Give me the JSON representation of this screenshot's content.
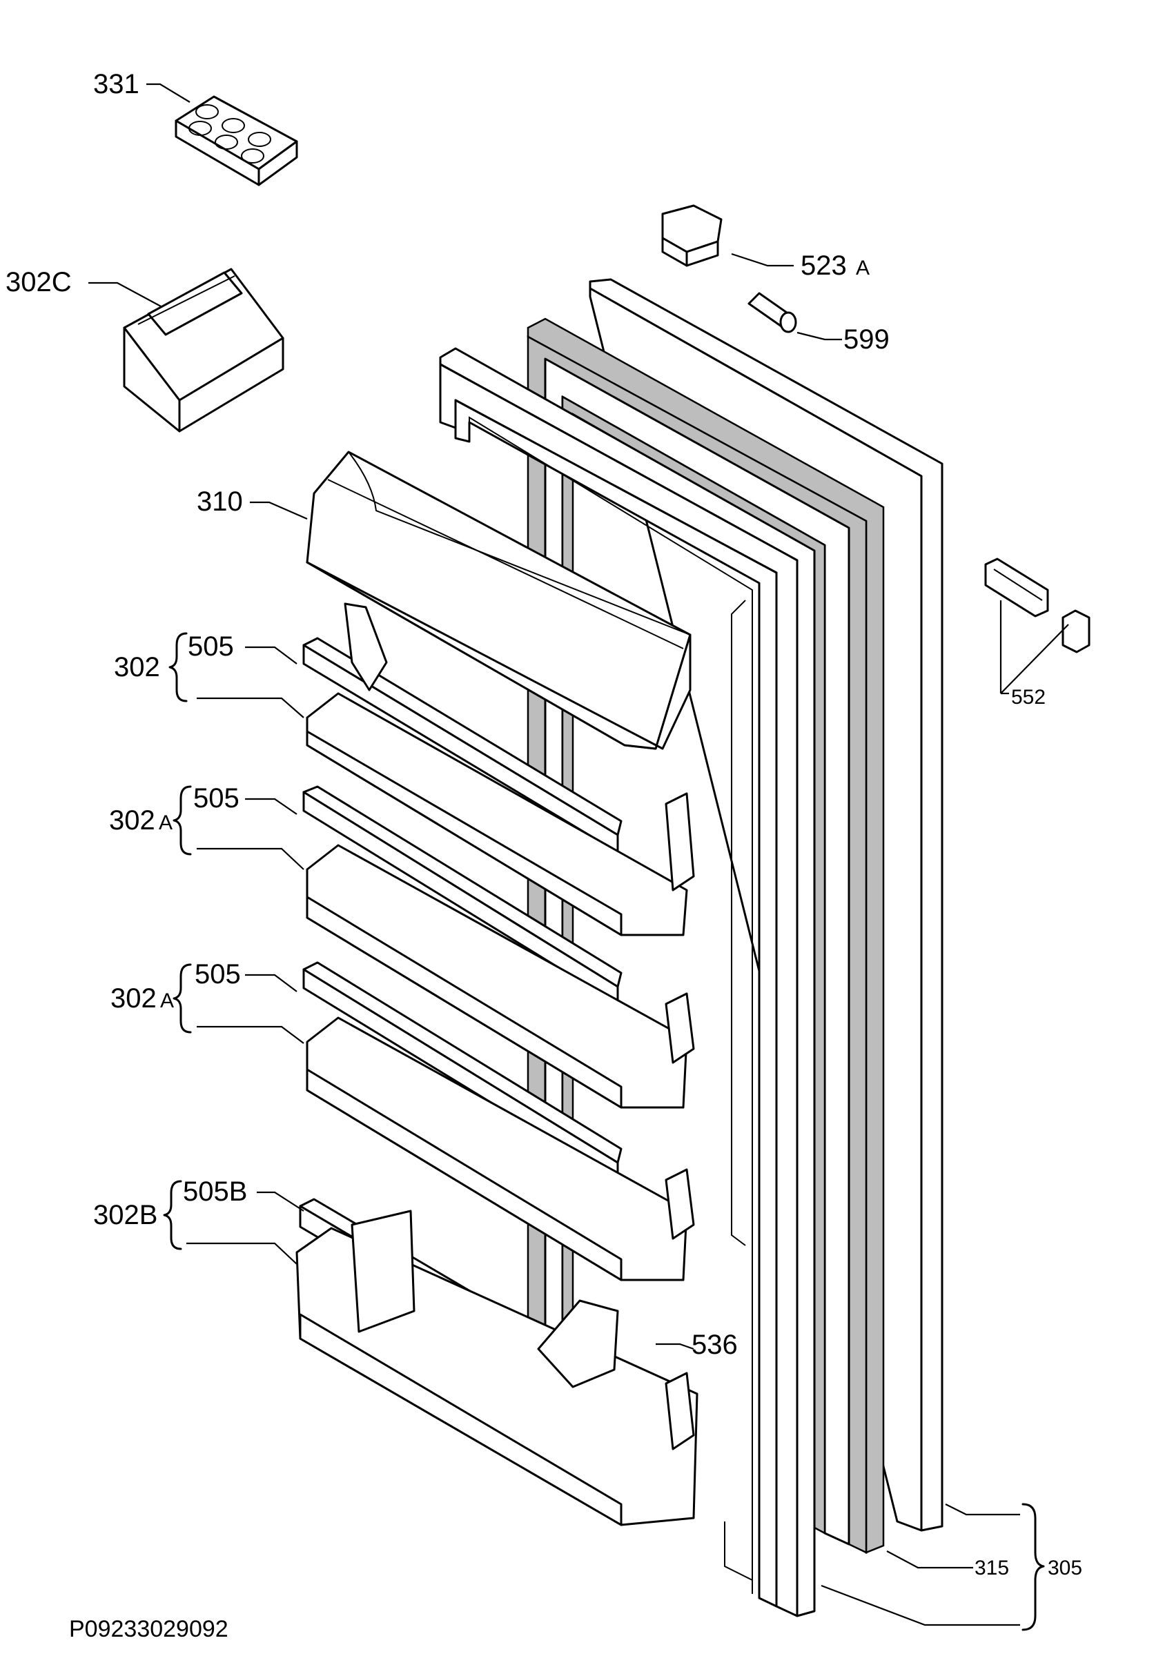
{
  "diagram": {
    "drawing_number": "P09233029092",
    "labels": {
      "p331": "331",
      "p302c": "302C",
      "p310": "310",
      "p302": "302",
      "p302a_1": "302",
      "p302a_1_suffix": "A",
      "p302a_2": "302",
      "p302a_2_suffix": "A",
      "p302b": "302B",
      "p505_1": "505",
      "p505_2": "505",
      "p505_3": "505",
      "p505b": "505B",
      "p523a": "523",
      "p523a_suffix": "A",
      "p599": "599",
      "p552": "552",
      "p536": "536",
      "p315": "315",
      "p305": "305"
    }
  }
}
